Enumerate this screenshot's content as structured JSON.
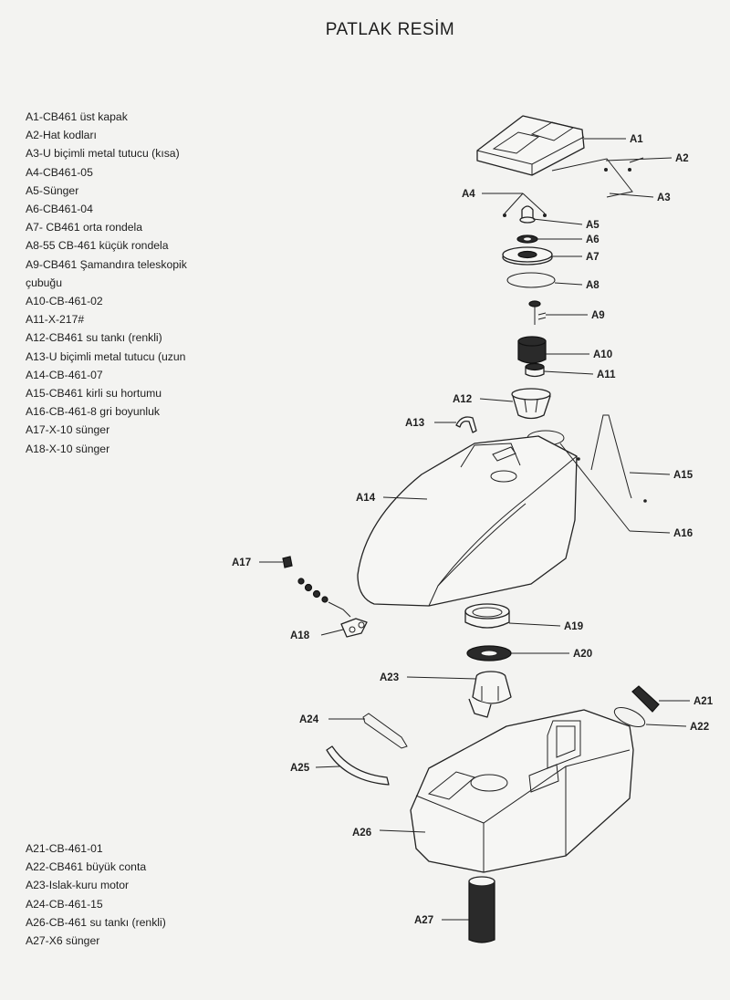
{
  "title": "PATLAK RESİM",
  "legend_top": [
    "A1-CB461 üst kapak",
    "A2-Hat kodları",
    "A3-U biçimli metal tutucu (kısa)",
    "A4-CB461-05",
    "A5-Sünger",
    "A6-CB461-04",
    "A7- CB461 orta rondela",
    "A8-55 CB-461 küçük rondela",
    "A9-CB461 Şamandıra teleskopik",
    "çubuğu",
    "A10-CB-461-02",
    "A11-X-217#",
    "A12-CB461 su tankı (renkli)",
    "A13-U biçimli metal tutucu (uzun",
    "A14-CB-461-07",
    "A15-CB461 kirli su hortumu",
    "A16-CB-461-8 gri boyunluk",
    "A17-X-10 sünger",
    "A18-X-10 sünger"
  ],
  "legend_bottom": [
    "A21-CB-461-01",
    "A22-CB461 büyük conta",
    "A23-Islak-kuru motor",
    "A24-CB-461-15",
    "A26-CB-461 su tankı (renkli)",
    "A27-X6 sünger"
  ],
  "callouts": [
    "A1",
    "A2",
    "A3",
    "A4",
    "A5",
    "A6",
    "A7",
    "A8",
    "A9",
    "A10",
    "A11",
    "A12",
    "A13",
    "A14",
    "A15",
    "A16",
    "A17",
    "A18",
    "A19",
    "A20",
    "A21",
    "A22",
    "A23",
    "A24",
    "A25",
    "A26",
    "A27"
  ]
}
